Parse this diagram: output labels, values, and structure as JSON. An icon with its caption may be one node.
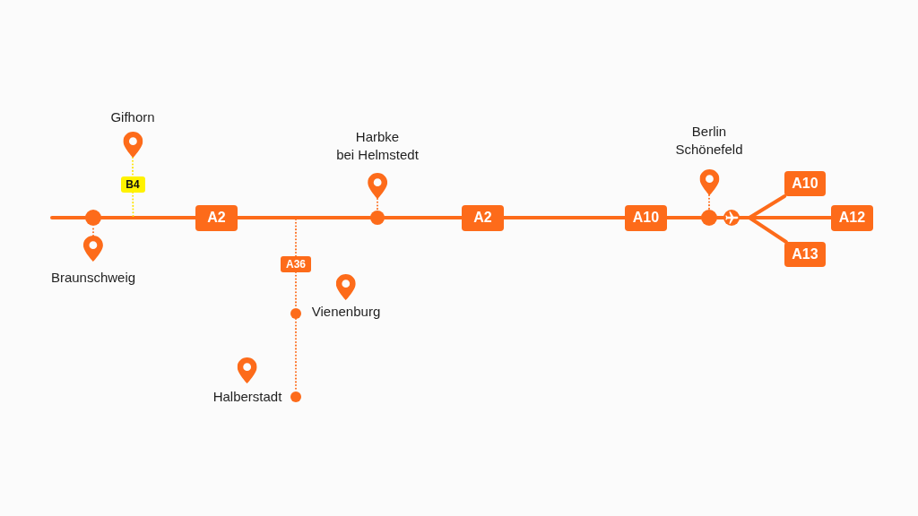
{
  "diagram": {
    "nodes": [
      {
        "text": [
          "Gifhorn"
        ]
      },
      {
        "text": [
          "B4"
        ]
      },
      {
        "text": [],
        "shape": "circle"
      },
      {
        "text": [
          "Braunschweig"
        ]
      },
      {
        "text": [
          "A2"
        ]
      },
      {
        "text": [
          "A36"
        ]
      },
      {
        "text": [],
        "shape": "circle"
      },
      {
        "text": [
          "Vienenburg"
        ]
      },
      {
        "text": [],
        "shape": "circle"
      },
      {
        "text": [
          "Halberstadt"
        ]
      },
      {
        "text": [
          "Harbke bei Helmstedt"
        ]
      },
      {
        "text": [],
        "shape": "circle"
      },
      {
        "text": [
          "A2"
        ]
      },
      {
        "text": [
          "A10"
        ]
      },
      {
        "text": [
          "Berlin Schönefeld"
        ]
      },
      {
        "text": [],
        "shape": "circle"
      },
      {
        "text": [],
        "shape": "circle"
      },
      {
        "text": [
          "A10"
        ]
      },
      {
        "text": [
          "A12"
        ]
      },
      {
        "text": [
          "A13"
        ]
      }
    ],
    "edges": [
      {
        "from": null,
        "to": 2,
        "arrow": "none"
      },
      {
        "from": 2,
        "to": 4,
        "arrow": "none"
      },
      {
        "from": 4,
        "to": 11,
        "arrow": "none"
      },
      {
        "from": 11,
        "to": 12,
        "arrow": "none"
      },
      {
        "from": 12,
        "to": 13,
        "arrow": "none"
      },
      {
        "from": 13,
        "to": 15,
        "arrow": "none"
      },
      {
        "from": 15,
        "to": 16,
        "arrow": "none"
      },
      {
        "from": 16,
        "to": 17,
        "arrow": "none"
      },
      {
        "from": 16,
        "to": 18,
        "arrow": "none"
      },
      {
        "from": 16,
        "to": 19,
        "arrow": "none"
      },
      {
        "from": 0,
        "to": 1,
        "arrow": "none",
        "style": "dashed",
        "color": "#ffe500"
      },
      {
        "from": 1,
        "to": null,
        "arrow": "none",
        "style": "dashed",
        "color": "#ffe500"
      },
      {
        "from": 3,
        "to": 2,
        "arrow": "none",
        "style": "dashed"
      },
      {
        "from": null,
        "to": 5,
        "arrow": "none",
        "style": "dashed"
      },
      {
        "from": 5,
        "to": 6,
        "arrow": "none",
        "style": "dashed"
      },
      {
        "from": 6,
        "to": 8,
        "arrow": "none",
        "style": "dashed"
      },
      {
        "from": 10,
        "to": 11,
        "arrow": "none",
        "style": "dashed"
      },
      {
        "from": 14,
        "to": 15,
        "arrow": "none",
        "style": "dashed"
      }
    ]
  }
}
